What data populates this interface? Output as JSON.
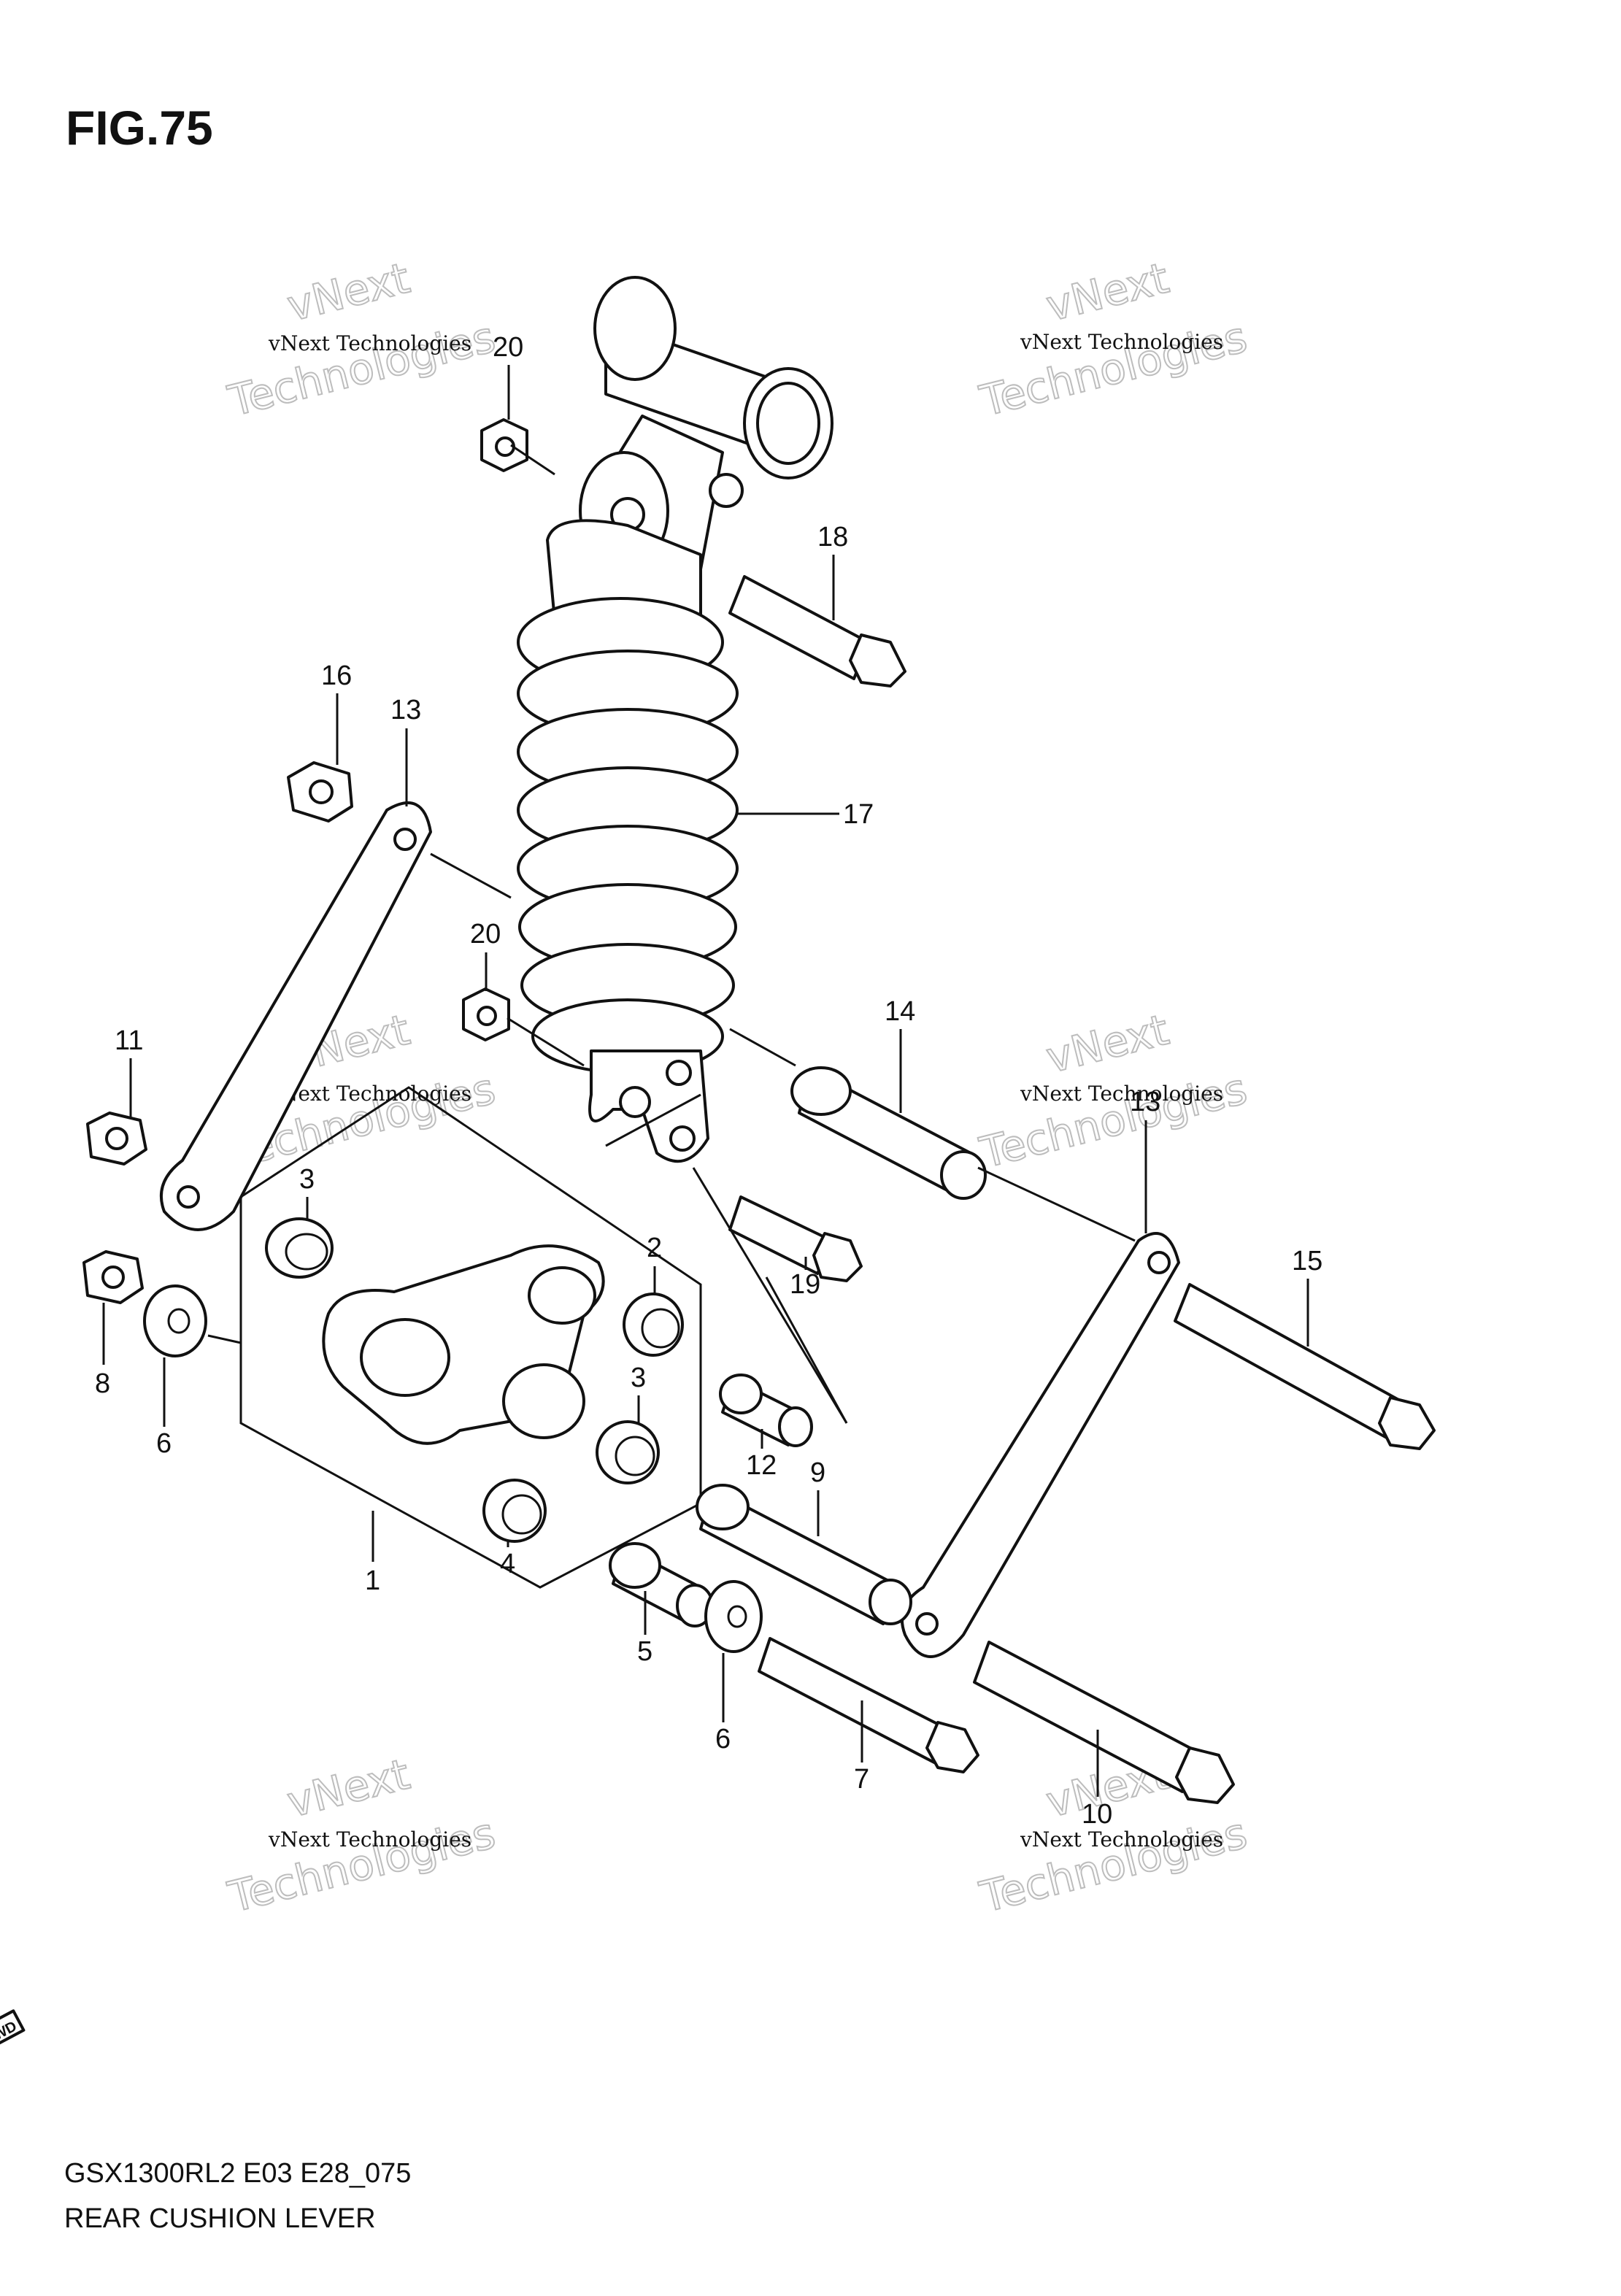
{
  "figure": {
    "title": "FIG.75",
    "model_code": "GSX1300RL2 E03 E28_075",
    "caption": "REAR CUSHION LEVER"
  },
  "watermark": {
    "line1": "vNext Technologies",
    "line2": "vNext",
    "line3": "Technologies"
  },
  "fwd_label": "FWD",
  "callouts": {
    "c20a": "20",
    "c18": "18",
    "c16": "16",
    "c13a": "13",
    "c17": "17",
    "c20b": "20",
    "c14": "14",
    "c11": "11",
    "c13b": "13",
    "c3a": "3",
    "c2": "2",
    "c19": "19",
    "c15": "15",
    "c8": "8",
    "c6a": "6",
    "c3b": "3",
    "c12": "12",
    "c9": "9",
    "c1": "1",
    "c4": "4",
    "c5": "5",
    "c6b": "6",
    "c7": "7",
    "c10": "10"
  }
}
